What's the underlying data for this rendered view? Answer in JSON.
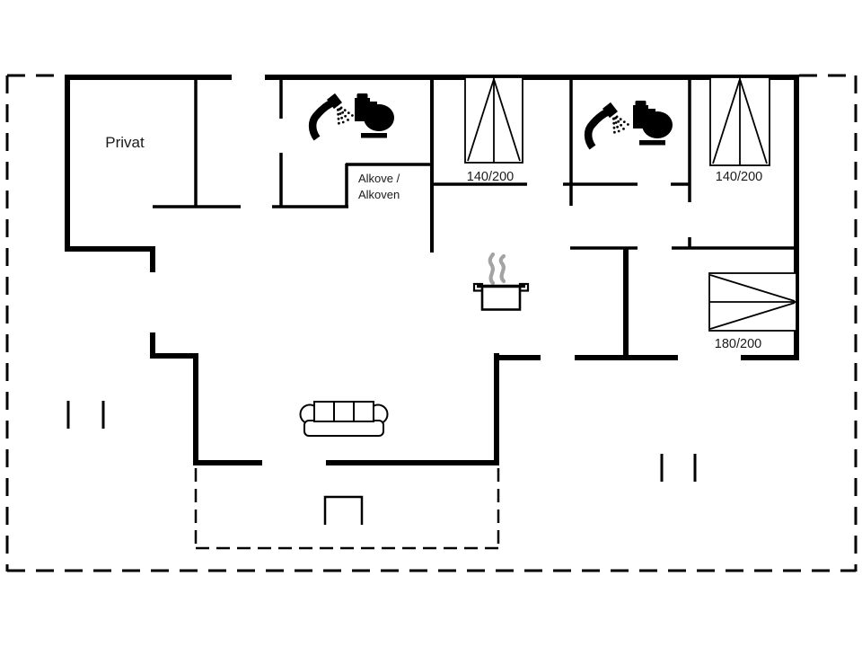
{
  "plan_type": "holiday-house-floor-plan",
  "rooms": {
    "privat": {
      "label": "Privat"
    },
    "alkove": {
      "label_line1": "Alkove /",
      "label_line2": "Alkoven"
    }
  },
  "beds": [
    {
      "name": "bed-top-middle",
      "size_label": "140/200"
    },
    {
      "name": "bed-top-right",
      "size_label": "140/200"
    },
    {
      "name": "bed-right-middle",
      "size_label": "180/200"
    }
  ],
  "fixtures": {
    "bathroom_1": [
      "shower-icon",
      "toilet-icon"
    ],
    "bathroom_2": [
      "shower-icon",
      "toilet-icon"
    ],
    "kitchen": [
      "cooking-pot-icon",
      "steam-icon"
    ],
    "living_room": [
      "sofa-icon"
    ],
    "terrace": [
      "terrace-step",
      "window-marks"
    ]
  },
  "colors": {
    "wall": "#000000",
    "text": "#1a1a1a",
    "steam": "#a3a3a3",
    "background": "#ffffff"
  }
}
